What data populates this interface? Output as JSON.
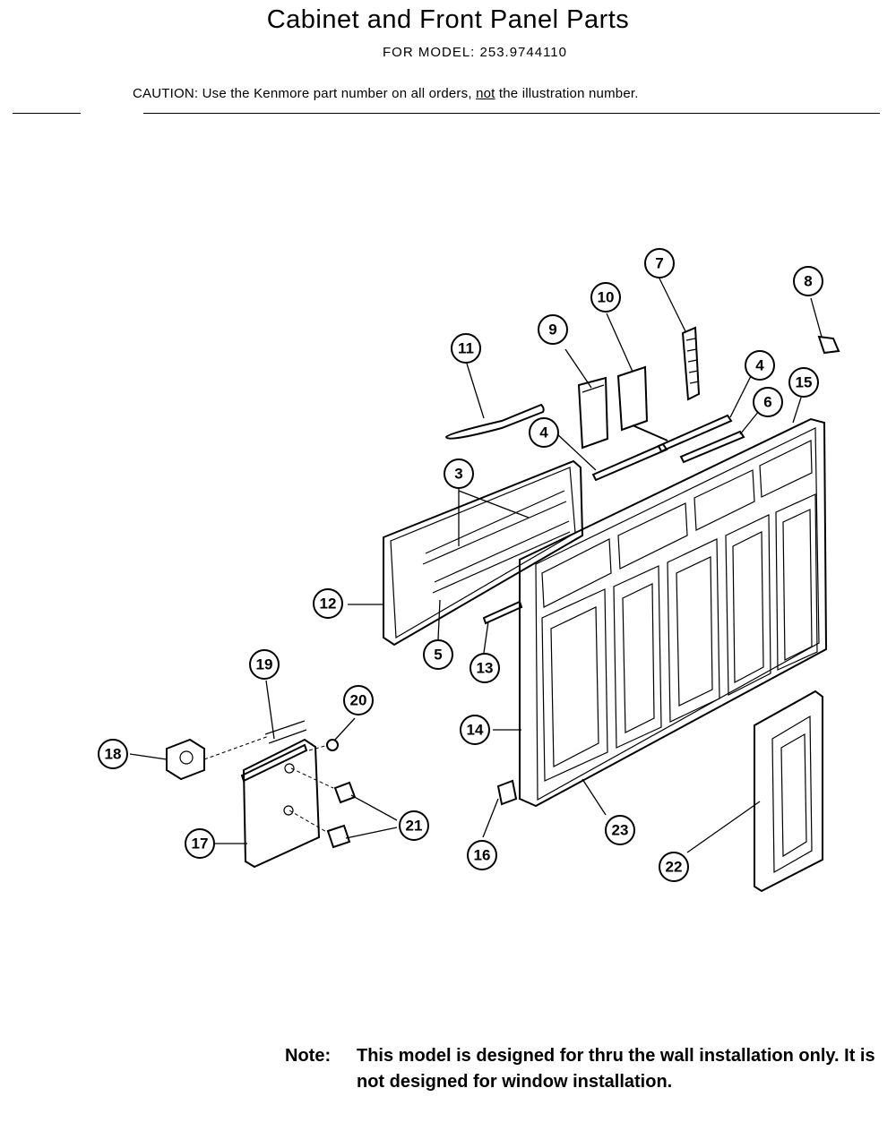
{
  "header": {
    "title": "Cabinet and Front Panel Parts",
    "model_line": "FOR MODEL: 253.9744110",
    "caution_prefix": "CAUTION: Use the Kenmore part number on all orders, ",
    "caution_emphasis": "not",
    "caution_suffix": " the illustration number."
  },
  "callouts": [
    "3",
    "4",
    "4",
    "5",
    "6",
    "7",
    "8",
    "9",
    "10",
    "11",
    "12",
    "13",
    "14",
    "15",
    "16",
    "17",
    "18",
    "19",
    "20",
    "21",
    "22",
    "23"
  ],
  "note": {
    "label": "Note:",
    "text": "This model is designed for thru the wall installation only. It is not designed for window installation."
  }
}
